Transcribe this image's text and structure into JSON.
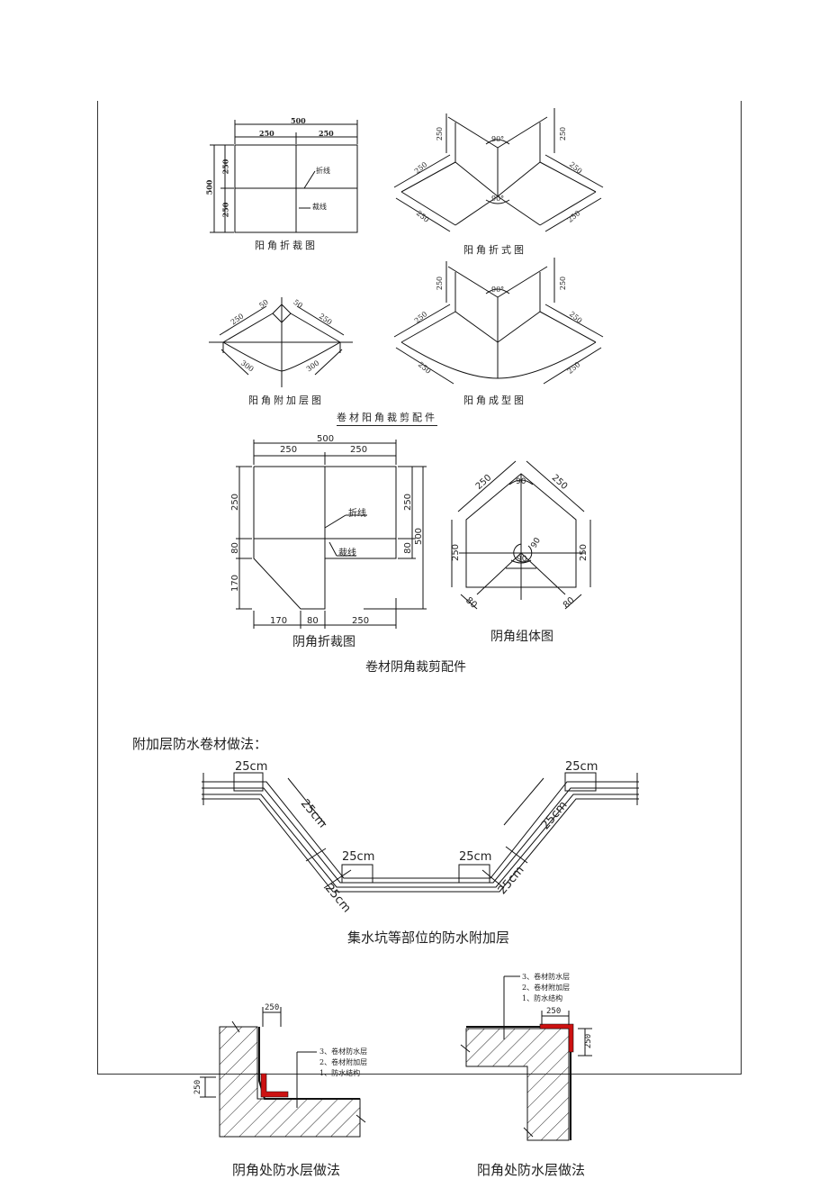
{
  "top_figures": {
    "fold_cut": {
      "title": "阳角折裁图",
      "fold_label": "折线",
      "cut_label": "裁线",
      "dims": {
        "total": "500",
        "half_a": "250",
        "half_b": "250",
        "side_total": "500",
        "side_a": "250",
        "side_b": "250"
      }
    },
    "fold_style": {
      "title": "阳角折式图",
      "angle_top": "90°",
      "angle_center": "90°",
      "dims": [
        "250",
        "250",
        "250",
        "250",
        "250",
        "250"
      ]
    },
    "additional": {
      "title": "阳角附加层图",
      "dims": [
        "50",
        "50",
        "250",
        "250",
        "300",
        "300"
      ]
    },
    "formed": {
      "title": "阳角成型图",
      "angle": "90°",
      "dims": [
        "250",
        "250",
        "250",
        "250",
        "250",
        "250"
      ]
    },
    "caption": "卷材阳角裁剪配件"
  },
  "mid_figures": {
    "fold_cut": {
      "title": "阴角折裁图",
      "fold_label": "折线",
      "cut_label": "裁线",
      "dims_top": [
        "500",
        "250",
        "250"
      ],
      "dims_left": [
        "250",
        "80",
        "170"
      ],
      "dims_right": [
        "250",
        "80",
        "500"
      ],
      "dims_bottom": [
        "170",
        "80",
        "250"
      ]
    },
    "assembly": {
      "title": "阴角组体图",
      "dims": [
        "250",
        "250",
        "90",
        "90",
        "90",
        "250",
        "250",
        "80",
        "80"
      ]
    },
    "caption": "卷材阴角裁剪配件"
  },
  "section_heading": "附加层防水卷材做法：",
  "pit": {
    "labels": [
      "25cm",
      "25cm",
      "25cm",
      "25cm",
      "25cm",
      "25cm",
      "25cm",
      "25cm"
    ],
    "caption": "集水坑等部位的防水附加层"
  },
  "bottom_left": {
    "dim_top": "250",
    "dim_left": "250",
    "layers": [
      "3、卷材防水层",
      "2、卷材附加层",
      "1、防水结构"
    ],
    "caption": "阴角处防水层做法"
  },
  "bottom_right": {
    "dim_top": "250",
    "dim_right": "250",
    "layers": [
      "3、卷材防水层",
      "2、卷材附加层",
      "1、防水结构"
    ],
    "caption": "阳角处防水层做法"
  },
  "colors": {
    "line": "#111111",
    "accent": "#cc1111"
  }
}
